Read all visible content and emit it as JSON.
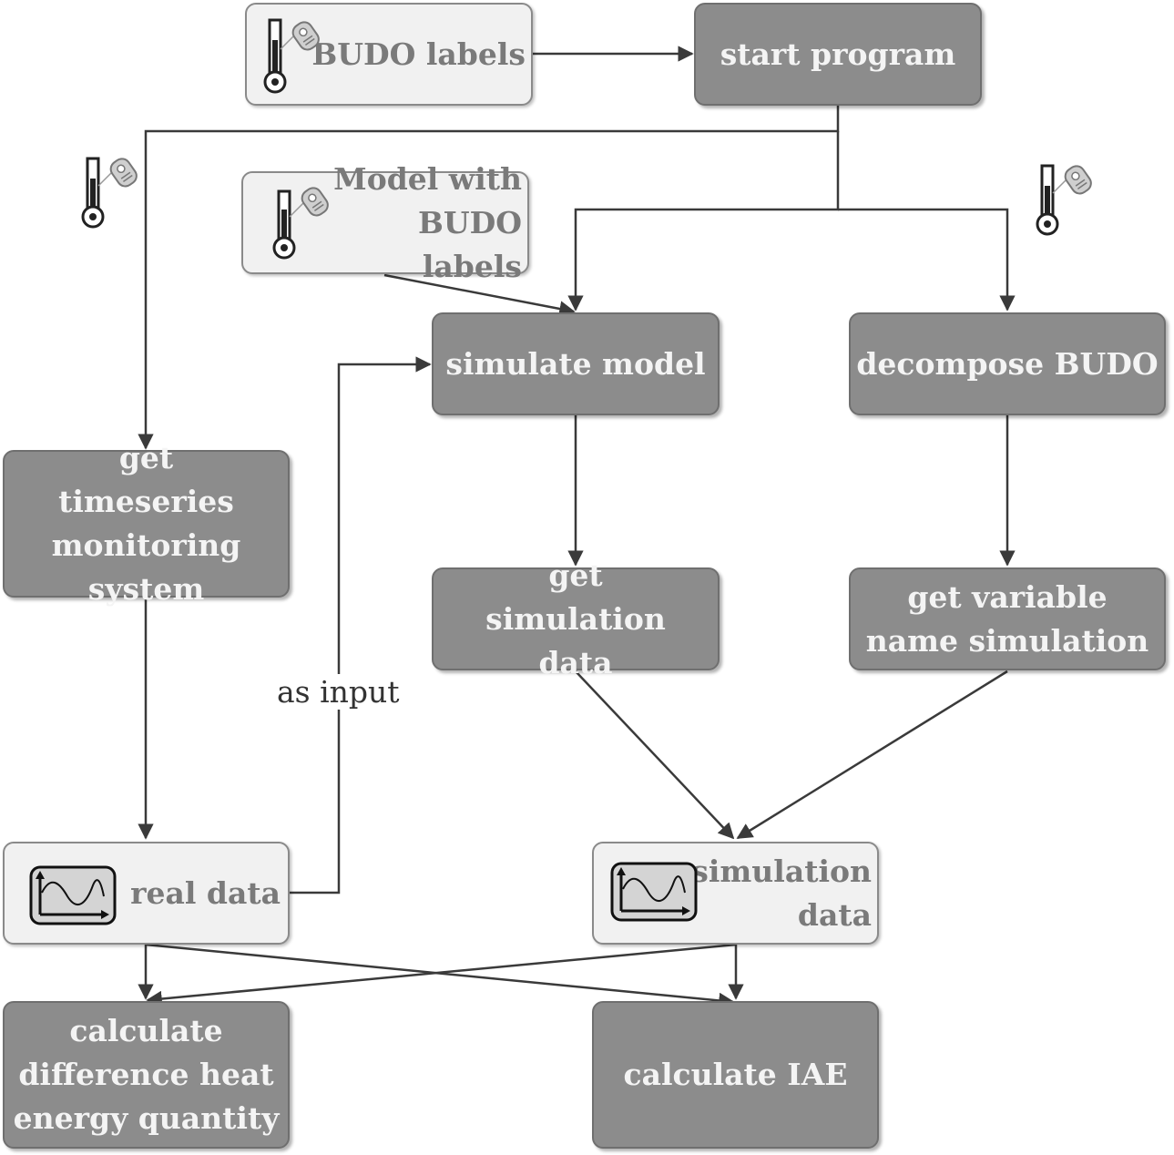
{
  "nodes": {
    "budo_labels": "BUDO labels",
    "start_program": "start program",
    "model_with_budo_labels": "Model with BUDO labels",
    "simulate_model": "simulate model",
    "decompose_budo": "decompose BUDO",
    "get_timeseries": "get timeseries monitoring system",
    "get_simulation_data": "get simulation data",
    "get_variable_name_simulation": "get variable name simulation",
    "real_data": "real data",
    "simulation_data": "simulation data",
    "calculate_difference": "calculate difference heat energy quantity",
    "calculate_iae": "calculate IAE"
  },
  "edges": {
    "as_input": "as input"
  },
  "colors": {
    "process_fill": "#8c8c8c",
    "data_fill": "#f1f1f1",
    "arrow": "#3a3a3a"
  },
  "icons": [
    "thermometer-sensor-icon",
    "chart-wave-icon"
  ]
}
